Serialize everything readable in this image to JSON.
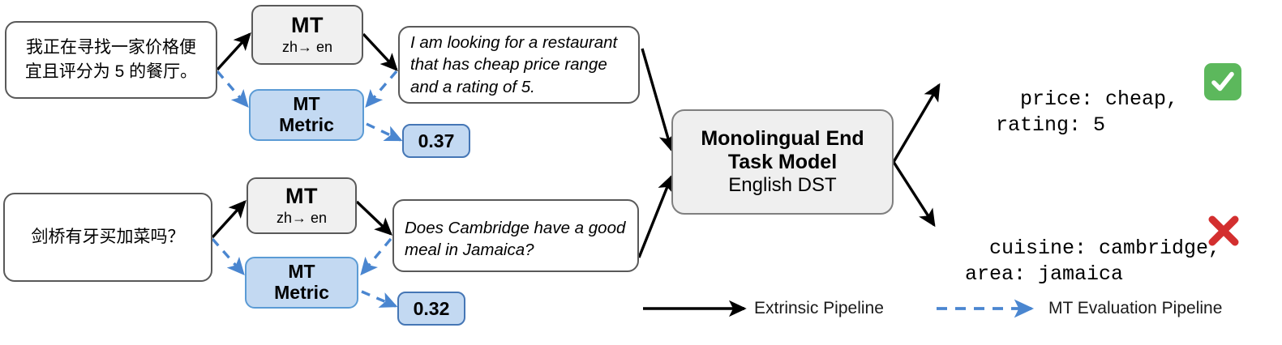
{
  "diagram": {
    "title": "Extrinsic MT evaluation pipeline for cross-lingual DST",
    "colors": {
      "metric_fill": "#c3d9f2",
      "metric_stroke": "#5b9bd5",
      "mt_fill": "#f0f0f0",
      "mt_stroke": "#595959",
      "model_fill": "#efefef",
      "model_stroke": "#7f7f7f",
      "extrinsic_arrow": "#000000",
      "mt_eval_arrow": "#4a86d0",
      "check_green": "#5cb85c",
      "cross_red": "#d32f2f"
    },
    "rows": [
      {
        "source_text": "我正在寻找一家价格便\n宜且评分为 5 的餐厅。",
        "mt_label": "MT",
        "mt_direction": "zh→ en",
        "metric_label": "MT\nMetric",
        "translation": "I am looking for a restaurant\nthat has cheap price range\nand a rating of 5.",
        "score": "0.37",
        "output": "price: cheap,\n  rating: 5",
        "verdict": "correct",
        "verdict_icon": "check-mark-icon"
      },
      {
        "source_text": "剑桥有牙买加菜吗？",
        "mt_label": "MT",
        "mt_direction": "zh→ en",
        "metric_label": "MT\nMetric",
        "translation": "Does Cambridge have a good\nmeal in Jamaica?",
        "score": "0.32",
        "output": "cuisine: cambridge,\n  area: jamaica",
        "verdict": "incorrect",
        "verdict_icon": "cross-mark-icon"
      }
    ],
    "model": {
      "title": "Monolingual End\nTask Model",
      "subtitle": "English DST"
    },
    "legend": [
      {
        "label": "Extrinsic Pipeline",
        "style": "solid",
        "color": "#000000"
      },
      {
        "label": "MT Evaluation Pipeline",
        "style": "dashed",
        "color": "#4a86d0"
      }
    ]
  }
}
